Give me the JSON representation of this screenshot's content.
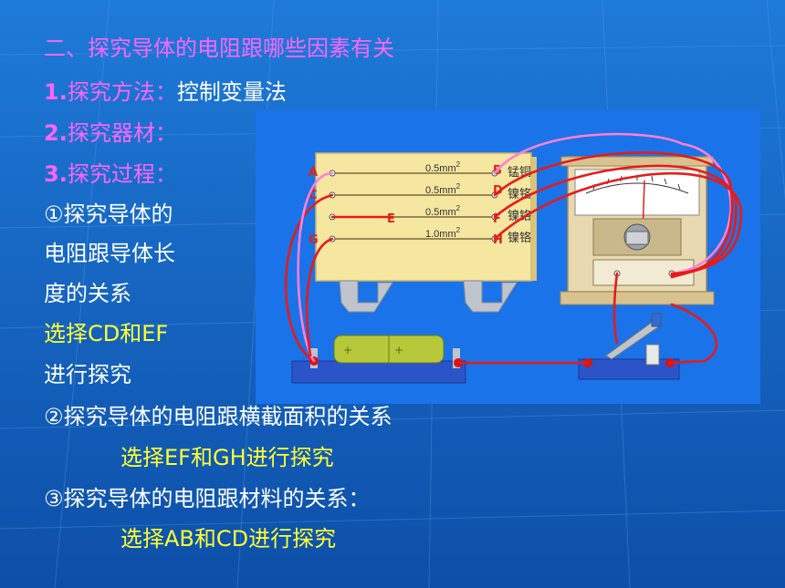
{
  "heading": "二、探究导体的电阻跟哪些因素有关",
  "method": {
    "num": "1.",
    "label": "探究方法：",
    "value": "控制变量法"
  },
  "equipment": {
    "num": "2.",
    "label": "探究器材："
  },
  "process": {
    "num": "3.",
    "label": "探究过程："
  },
  "step1": {
    "lines": [
      "①探究导体的",
      "电阻跟导体长",
      "度的关系"
    ],
    "choice": "选择CD和EF",
    "action": "进行探究"
  },
  "step2": {
    "title": "②探究导体的电阻跟横截面积的关系",
    "choice": "选择EF和GH进行探究"
  },
  "step3": {
    "title": "③探究导体的电阻跟材料的关系：",
    "choice": "选择AB和CD进行探究"
  },
  "diagram": {
    "wires": [
      {
        "left": "A",
        "right": "B",
        "area": "0.5mm",
        "material": "锰铜"
      },
      {
        "left": "C",
        "right": "D",
        "area": "0.5mm",
        "material": "镍铬"
      },
      {
        "left": "E",
        "right": "F",
        "area": "0.5mm",
        "material": "镍铬"
      },
      {
        "left": "G",
        "right": "H",
        "area": "1.0mm",
        "material": "镍铬"
      }
    ],
    "sup": "2",
    "colors": {
      "panel": "#1a73e8",
      "board": "#f5e6a0",
      "wire_red": "#e51b1b",
      "wire_pink": "#ff7fd6",
      "label_red": "#e0201a"
    }
  }
}
